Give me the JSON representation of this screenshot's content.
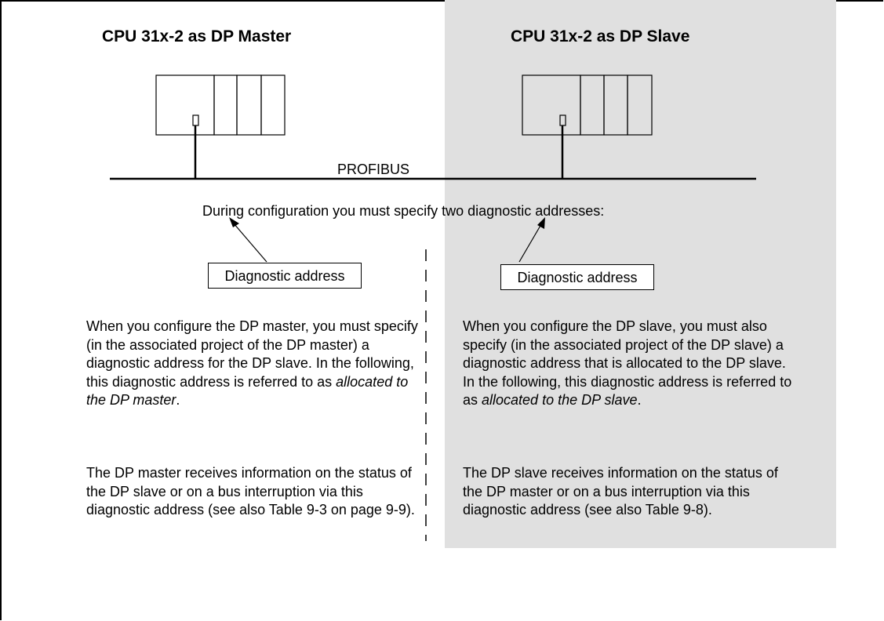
{
  "master": {
    "title": "CPU 31x-2 as DP Master",
    "diag_box": "Diagnostic address",
    "para1": {
      "text": "When you configure the DP master, you must specify (in the associated project of the DP master) a diagnostic address for the DP slave. In the following, this diagnostic address is referred to as ",
      "em": "allocated to the DP master",
      "tail": "."
    },
    "para2": "The DP master receives information on the status of the DP slave or on a bus interruption via this diagnostic address (see also Table 9-3 on page 9-9)."
  },
  "slave": {
    "title": "CPU 31x-2 as DP Slave",
    "diag_box": "Diagnostic address",
    "para1": {
      "text": "When you configure the DP slave, you must also specify (in the associated project of the DP slave) a diagnostic address that is allocated to the DP slave. In the following, this diagnostic address is referred to as ",
      "em": "allocated to the DP slave",
      "tail": "."
    },
    "para2": "The DP slave receives information on the status of the DP master or on a bus interruption via this diagnostic address (see also Table 9-8)."
  },
  "bus_label": "PROFIBUS",
  "config_note": "During configuration you must specify two diagnostic addresses:",
  "colors": {
    "shade": "#e0e0e0",
    "line": "#000000"
  }
}
